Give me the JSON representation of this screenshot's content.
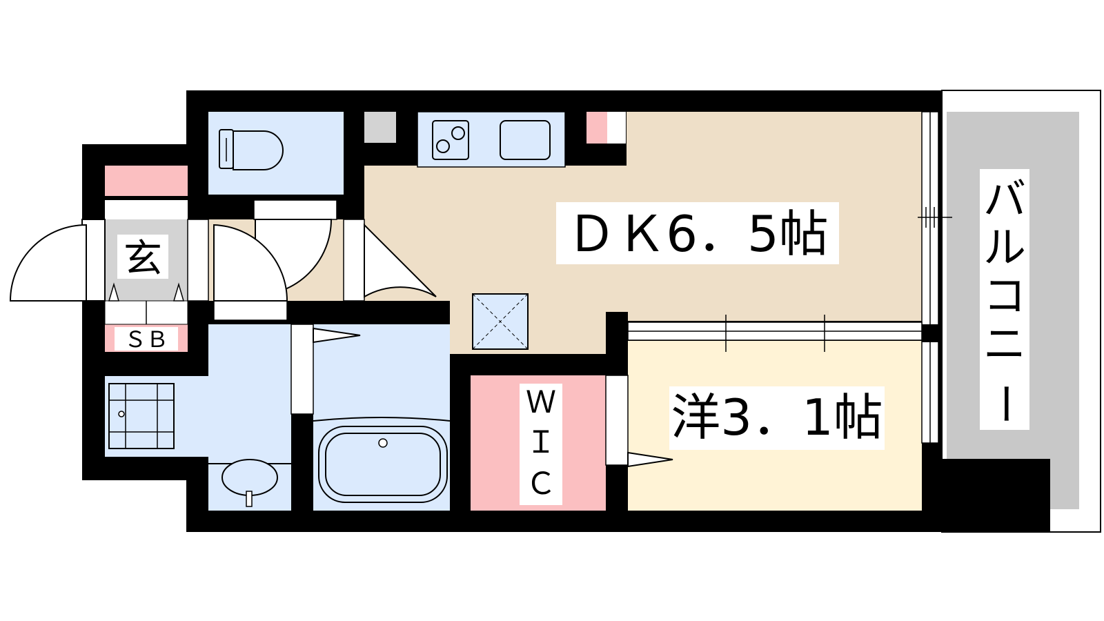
{
  "rooms": {
    "dk": "ＤＫ6．5帖",
    "western": "洋3．1帖",
    "entrance": "玄",
    "shoe_box": "ＳＢ",
    "wic": [
      "Ｗ",
      "Ｉ",
      "Ｃ"
    ],
    "balcony": [
      "バ",
      "ル",
      "コ",
      "ニ",
      "ー"
    ]
  },
  "colors": {
    "wall": "#000000",
    "dk_floor": "#eedfc8",
    "western_floor": "#fff3d6",
    "wet_area": "#dbeafd",
    "storage": "#fbbfc1",
    "entrance_floor": "#d3d3d3",
    "balcony": "#c8c8c8"
  }
}
